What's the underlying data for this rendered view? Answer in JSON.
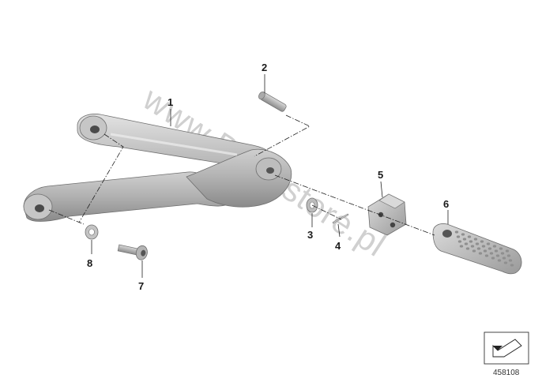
{
  "watermark": "www.BMWstore.pl",
  "diagram_number": "458108",
  "parts": [
    {
      "label": "1"
    },
    {
      "label": "2"
    },
    {
      "label": "3"
    },
    {
      "label": "4"
    },
    {
      "label": "5"
    },
    {
      "label": "6"
    },
    {
      "label": "7"
    },
    {
      "label": "8"
    }
  ],
  "colors": {
    "metal_light": "#d4d4d4",
    "metal_mid": "#a9a9a9",
    "metal_dark": "#7c7c7c",
    "ink": "#1a1a1a"
  }
}
